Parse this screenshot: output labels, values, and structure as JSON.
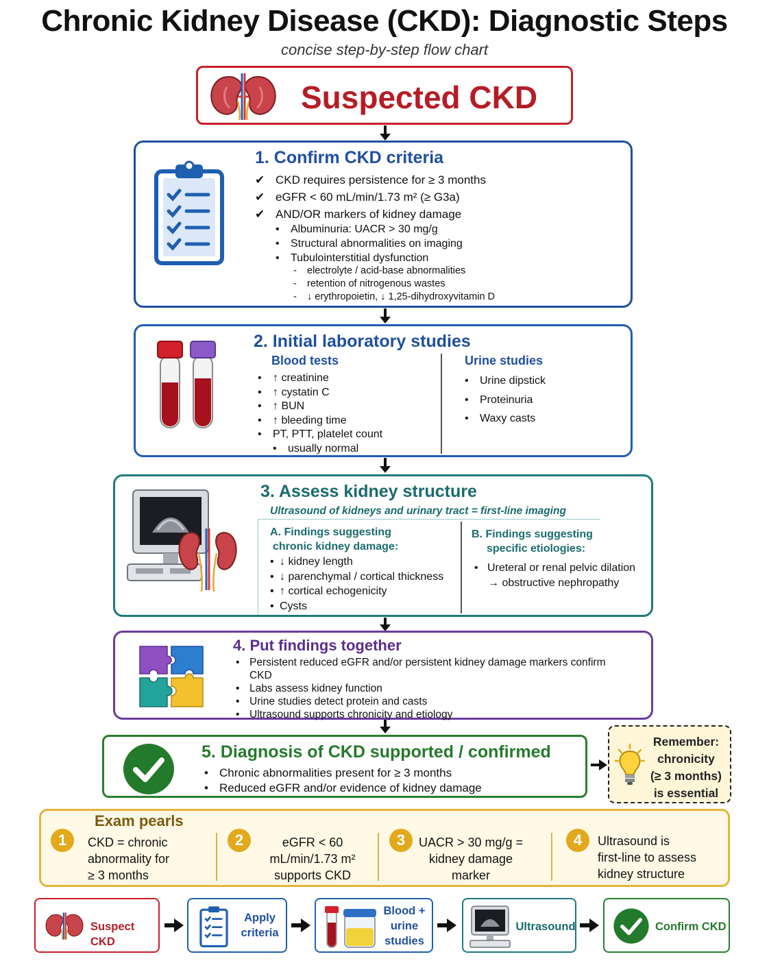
{
  "header": {
    "title": "Chronic Kidney Disease (CKD): Diagnostic Steps",
    "subtitle": "concise step-by-step flow chart"
  },
  "start": {
    "label": "Suspected CKD",
    "icon": "kidneys-icon"
  },
  "step1": {
    "title": "1. Confirm CKD criteria",
    "icon": "clipboard-checklist-icon",
    "checks": [
      "CKD requires persistence for ≥ 3 months",
      "eGFR < 60 mL/min/1.73 m² (≥ G3a)",
      "AND/OR markers of kidney damage"
    ],
    "markers": [
      "Albuminuria: UACR > 30 mg/g",
      "Structural abnormalities on imaging",
      "Tubulointerstitial dysfunction"
    ],
    "dysfunction": [
      "electrolyte / acid-base abnormalities",
      "retention of nitrogenous wastes",
      "↓ erythropoietin, ↓ 1,25-dihydroxyvitamin D"
    ]
  },
  "step2": {
    "title": "2. Initial laboratory studies",
    "icon": "blood-tubes-icon",
    "blood_heading": "Blood tests",
    "blood": [
      "↑ creatinine",
      "↑ cystatin C",
      "↑ BUN",
      "↑ bleeding time",
      "PT, PTT, platelet count",
      "usually normal"
    ],
    "urine_heading": "Urine studies",
    "urine": [
      "Urine dipstick",
      "Proteinuria",
      "Waxy casts"
    ]
  },
  "step3": {
    "title": "3. Assess kidney structure",
    "icon": "ultrasound-monitor-icon",
    "subtitle": "Ultrasound of kidneys and urinary tract = first-line imaging",
    "a_heading_1": "A. Findings suggesting",
    "a_heading_2": "chronic kidney damage:",
    "a_items": [
      "↓ kidney length",
      "↓ parenchymal / cortical thickness",
      "↑ cortical echogenicity",
      "Cysts"
    ],
    "b_heading_1": "B. Findings suggesting",
    "b_heading_2": "specific etiologies:",
    "b_item_1": "Ureteral or renal pelvic dilation",
    "b_item_2": "→ obstructive nephropathy"
  },
  "step4": {
    "title": "4. Put findings together",
    "icon": "puzzle-icon",
    "items": [
      "Persistent reduced eGFR and/or persistent kidney damage markers confirm CKD",
      "Labs assess kidney function",
      "Urine studies detect protein and casts",
      "Ultrasound supports chronicity and etiology"
    ]
  },
  "step5": {
    "title": "5. Diagnosis of CKD supported / confirmed",
    "icon": "checkmark-circle-icon",
    "items": [
      "Chronic abnormalities present for ≥ 3 months",
      "Reduced eGFR and/or evidence of kidney damage"
    ]
  },
  "remember": {
    "icon": "lightbulb-icon",
    "lines": [
      "Remember:",
      "chronicity",
      "(≥ 3 months)",
      "is essential"
    ]
  },
  "pearls": {
    "title": "Exam pearls",
    "items": [
      {
        "num": "1",
        "lines": [
          "CKD = chronic",
          "abnormality for",
          "≥ 3 months"
        ]
      },
      {
        "num": "2",
        "lines": [
          "eGFR < 60",
          "mL/min/1.73 m²",
          "supports CKD"
        ]
      },
      {
        "num": "3",
        "lines": [
          "UACR > 30 mg/g =",
          "kidney damage",
          "marker"
        ]
      },
      {
        "num": "4",
        "lines": [
          "Ultrasound is",
          "first-line to assess",
          "kidney structure"
        ]
      }
    ]
  },
  "summary": [
    {
      "label": "Suspect CKD",
      "icon": "kidneys-icon"
    },
    {
      "label": "Apply criteria",
      "icon": "clipboard-icon"
    },
    {
      "label": "Blood + urine studies",
      "icon": "blood-urine-sample-icon"
    },
    {
      "label": "Ultrasound",
      "icon": "ultrasound-monitor-icon"
    },
    {
      "label": "Confirm CKD",
      "icon": "checkmark-circle-icon"
    }
  ],
  "colors": {
    "red": "#c8202a",
    "blue": "#1f4f9f",
    "teal": "#1a6b6e",
    "purple": "#5a2e8e",
    "green": "#257a2b",
    "gold": "#e2a91c"
  }
}
